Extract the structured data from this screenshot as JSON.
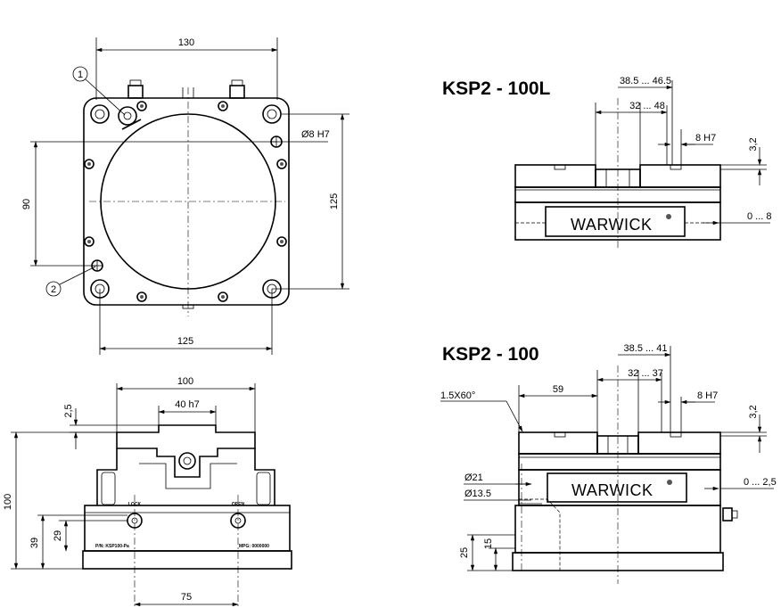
{
  "top_view": {
    "width_130": "130",
    "hole_dia": "Ø8 H7",
    "height_90": "90",
    "height_125": "125",
    "width_125": "125",
    "callout_1": "1",
    "callout_2": "2"
  },
  "front_view": {
    "width_100": "100",
    "slot_40h7": "40 h7",
    "dim_2_5": "2,5",
    "height_100": "100",
    "height_39": "39",
    "height_29": "29",
    "spacing_75": "75",
    "lock_label": "LOCK",
    "open_label": "OPEN",
    "plate_left": "P/N: KSP100-Pa",
    "plate_right": "MPG: 0000000"
  },
  "ksp2_100l": {
    "title": "KSP2 - 100L",
    "range_outer": "38.5 ... 46.5",
    "range_inner": "32 ... 48",
    "hole": "8 H7",
    "dim_3_2": "3,2",
    "stroke": "0 ... 8",
    "brand": "WARWICK"
  },
  "ksp2_100": {
    "title": "KSP2 - 100",
    "chamfer": "1.5X60°",
    "width_59": "59",
    "range_outer": "38.5 ... 41",
    "range_inner": "32 ... 37",
    "hole": "8 H7",
    "dim_3_2": "3,2",
    "stroke": "0 ... 2,5",
    "dia_21": "Ø21",
    "dia_13_5": "Ø13.5",
    "height_25": "25",
    "height_15": "15",
    "brand": "WARWICK"
  }
}
